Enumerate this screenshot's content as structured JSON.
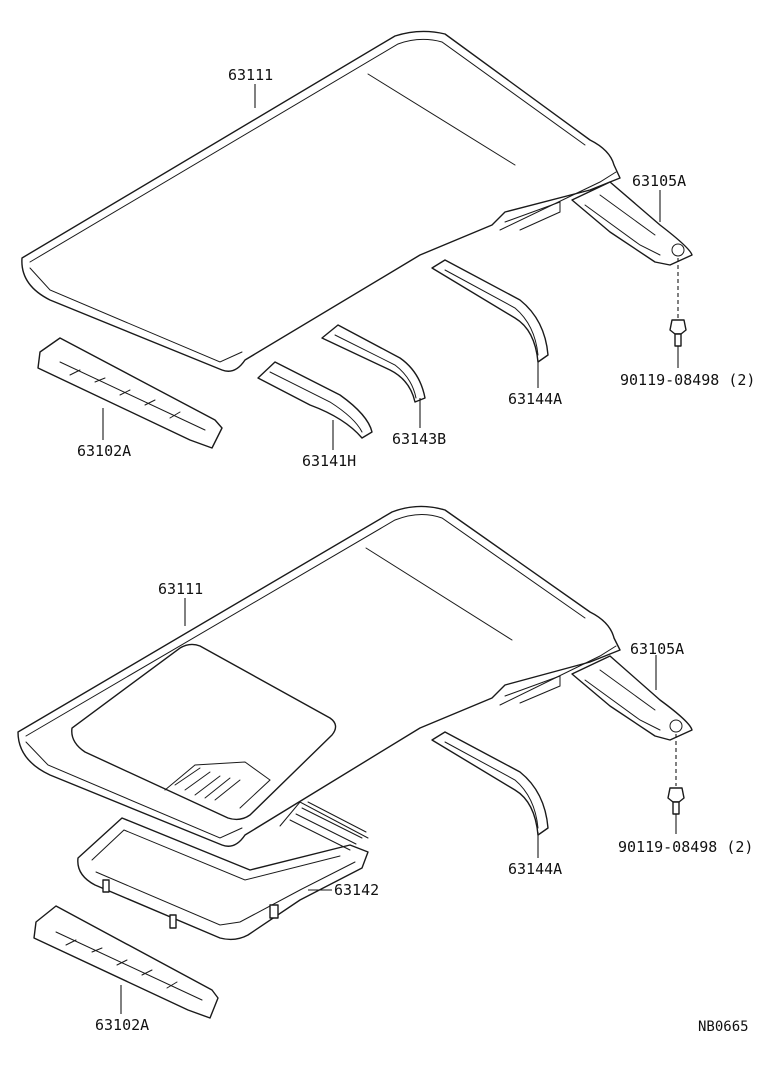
{
  "diagram": {
    "top": {
      "labels": {
        "roof_panel": "63111",
        "rear_header": "63105A",
        "bolt": "90119-08498 (2)",
        "front_header": "63102A",
        "bow_front": "63141H",
        "bow_center": "63143B",
        "bow_rear": "63144A"
      }
    },
    "bottom": {
      "labels": {
        "roof_panel": "63111",
        "rear_header": "63105A",
        "bolt": "90119-08498 (2)",
        "sunroof_frame": "63142",
        "front_header": "63102A",
        "bow_rear": "63144A"
      }
    },
    "drawing_code": "NB0665"
  }
}
